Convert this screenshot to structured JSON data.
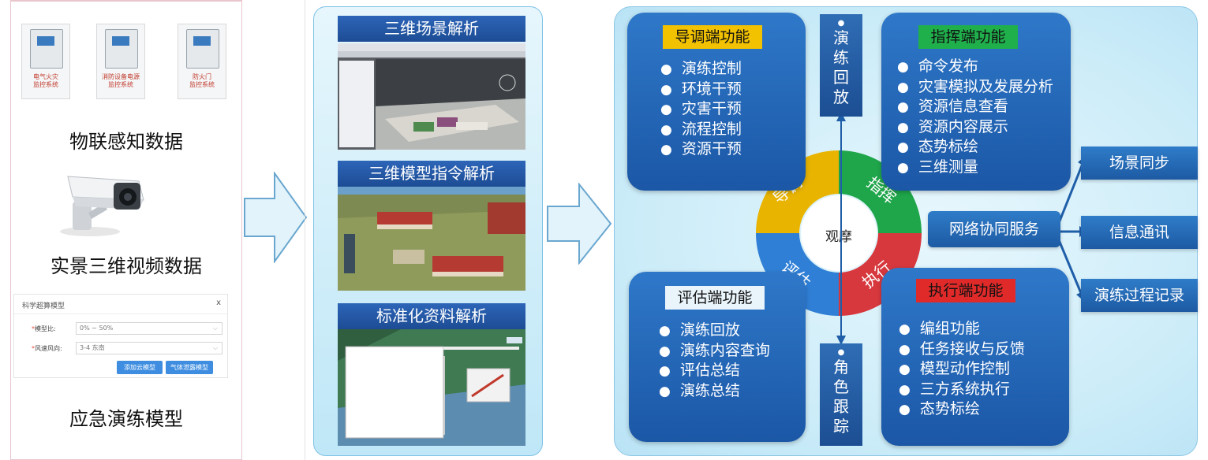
{
  "left": {
    "devices": [
      {
        "caption": "电气火灾\n监控系统"
      },
      {
        "caption": "消防设备电源\n监控系统"
      },
      {
        "caption": "防火门\n监控系统"
      }
    ],
    "label_iot": "物联感知数据",
    "label_video": "实景三维视频数据",
    "dialog": {
      "title": "科学超算模型",
      "close": "x",
      "field1_label": "模型比:",
      "field1_value": "0% ~ 50%",
      "field2_label": "风速风向:",
      "field2_value": "3-4 东南",
      "btn1": "添加云模型",
      "btn2": "气体泄露模型"
    },
    "label_model": "应急演练模型"
  },
  "middle": {
    "titles": [
      "三维场景解析",
      "三维模型指令解析",
      "标准化资料解析"
    ]
  },
  "right": {
    "guide": {
      "title": "导调端功能",
      "items": [
        "演练控制",
        "环境干预",
        "灾害干预",
        "流程控制",
        "资源干预"
      ]
    },
    "command": {
      "title": "指挥端功能",
      "items": [
        "命令发布",
        "灾害模拟及发展分析",
        "资源信息查看",
        "资源内容展示",
        "态势标绘",
        "三维测量"
      ]
    },
    "evaluate": {
      "title": "评估端功能",
      "items": [
        "演练回放",
        "演练内容查询",
        "评估总结",
        "演练总结"
      ]
    },
    "execute": {
      "title": "执行端功能",
      "items": [
        "编组功能",
        "任务接收与反馈",
        "模型动作控制",
        "三方系统执行",
        "态势标绘"
      ]
    },
    "replay_chars": [
      "演",
      "练",
      "回",
      "放"
    ],
    "tracking_chars": [
      "角",
      "色",
      "跟",
      "踪"
    ],
    "ring": {
      "center": "观摩",
      "guide": "导调",
      "command": "指挥",
      "evaluate": "评估",
      "execute": "执行"
    },
    "network": "网络协同服务",
    "outputs": [
      "场景同步",
      "信息通讯",
      "演练过程记录"
    ]
  },
  "colors": {
    "ring_yellow": "#e8b400",
    "ring_green": "#1fa64a",
    "ring_blue": "#2f7fd6",
    "ring_red": "#d7383d",
    "title_yellow": "#f2c200",
    "title_green": "#1fb04c",
    "title_red": "#e02a2a",
    "title_light": "#e9f4fb",
    "panel_blue": "#1f5ea8"
  }
}
